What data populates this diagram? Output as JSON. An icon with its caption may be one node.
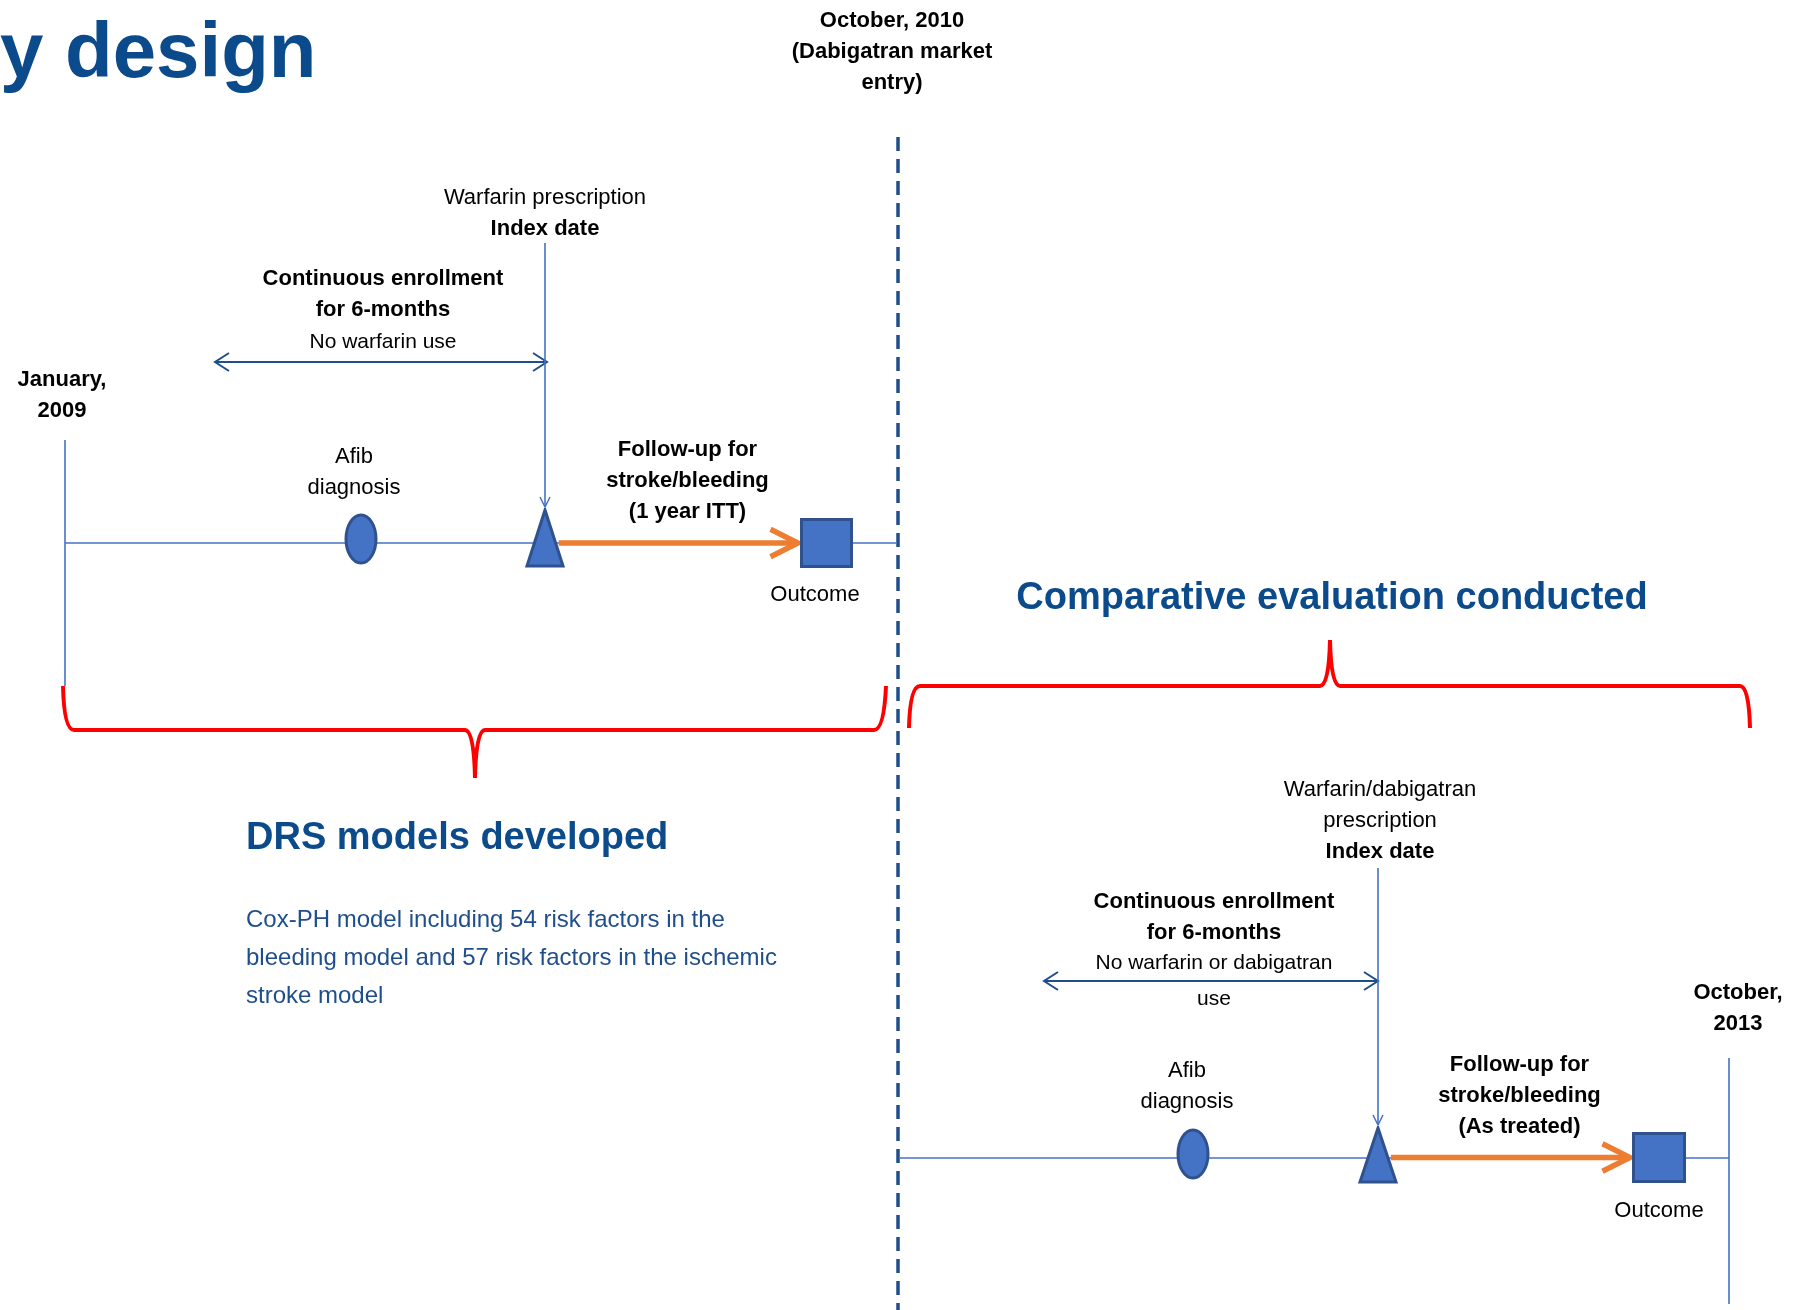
{
  "diagram": {
    "title": "y design",
    "nodes": [
      {
        "text": [
          "Warfarin prescription",
          "Index date"
        ]
      },
      {
        "text": [
          "Afib diagnosis"
        ]
      },
      {
        "text": [],
        "shape": "triangle"
      },
      {
        "text": [
          "Outcome"
        ]
      },
      {
        "text": [
          "Warfarin/dabigatran prescription",
          "Index date"
        ]
      },
      {
        "text": [
          "Afib diagnosis"
        ]
      },
      {
        "text": [],
        "shape": "triangle"
      },
      {
        "text": [
          "Outcome"
        ]
      }
    ],
    "edges": [
      {
        "from": 0,
        "to": 2,
        "arrow": "to"
      },
      {
        "from": 2,
        "to": 3,
        "arrow": "to",
        "label": "Follow-up for stroke/bleeding (1 year ITT)",
        "style": "thick",
        "color": "#ed7d31"
      },
      {
        "from": 4,
        "to": 6,
        "arrow": "to"
      },
      {
        "from": 6,
        "to": 7,
        "arrow": "to",
        "label": "Follow-up for stroke/bleeding (As treated)",
        "style": "thick",
        "color": "#ed7d31"
      }
    ],
    "labels": [
      "October, 2010 (Dabigatran market entry)",
      "Continuous enrollment for 6-months",
      "No warfarin use",
      "January, 2009",
      "Comparative evaluation conducted",
      "DRS models developed",
      "Cox-PH model including 54 risk factors in the bleeding model and 57 risk factors in the ischemic stroke model",
      "Continuous enrollment for 6-months",
      "No warfarin or dabigatran use",
      "October, 2013"
    ]
  }
}
